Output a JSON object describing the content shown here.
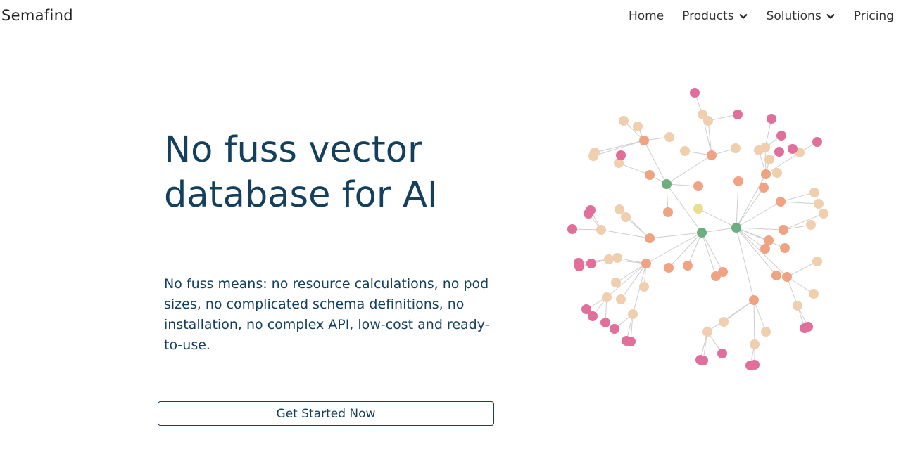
{
  "nav": {
    "brand": "Semafind",
    "links": [
      {
        "label": "Home",
        "has_dropdown": false
      },
      {
        "label": "Products",
        "has_dropdown": true
      },
      {
        "label": "Solutions",
        "has_dropdown": true
      },
      {
        "label": "Pricing",
        "has_dropdown": false
      }
    ]
  },
  "hero": {
    "title": "No fuss vector database for AI",
    "description": "No fuss means: no resource calculations, no pod sizes, no complicated schema definitions, no installation, no complex API, low-cost and ready-to-use.",
    "cta_label": "Get Started Now"
  },
  "colors": {
    "heading": "#14405e",
    "node_root": "#6dae7e",
    "node_root_alt": "#e8e08f",
    "node_mid": "#efa383",
    "node_leaf": "#efcfad",
    "node_tip": "#e06f9c",
    "edge": "#cdcdcd"
  },
  "icons": {
    "dropdown": "chevron-down-icon"
  }
}
